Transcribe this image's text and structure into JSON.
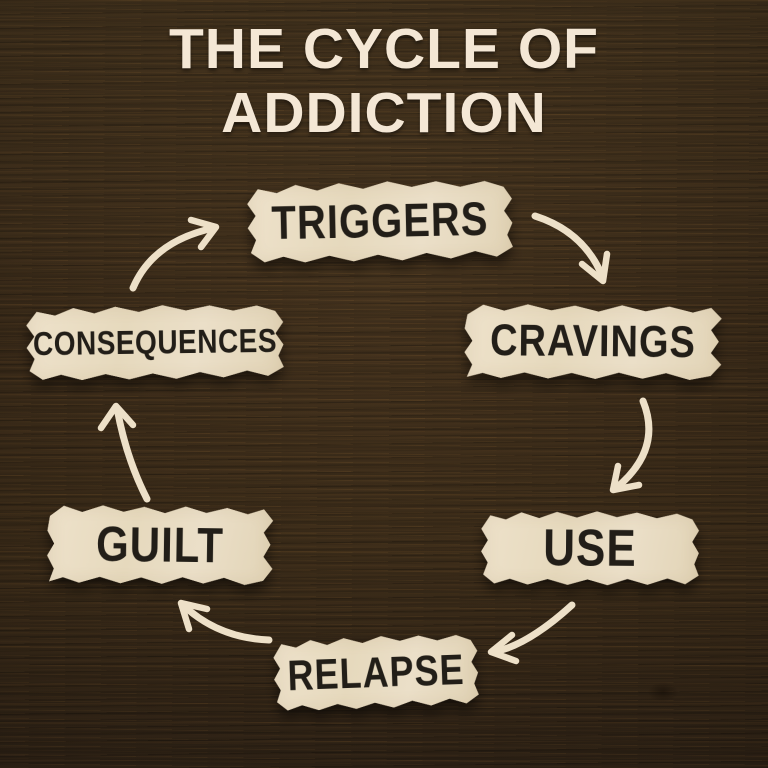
{
  "title": {
    "line1": "THE CYCLE OF",
    "line2": "ADDICTION"
  },
  "cycle": {
    "stages": [
      {
        "id": "triggers",
        "label": "TRIGGERS"
      },
      {
        "id": "cravings",
        "label": "CRAVINGS"
      },
      {
        "id": "use",
        "label": "USE"
      },
      {
        "id": "relapse",
        "label": "RELAPSE"
      },
      {
        "id": "guilt",
        "label": "GUILT"
      },
      {
        "id": "consequences",
        "label": "CONSEQUENCES"
      }
    ],
    "arrows": [
      {
        "from": "triggers",
        "to": "cravings"
      },
      {
        "from": "cravings",
        "to": "use"
      },
      {
        "from": "use",
        "to": "relapse"
      },
      {
        "from": "relapse",
        "to": "guilt"
      },
      {
        "from": "guilt",
        "to": "consequences"
      },
      {
        "from": "consequences",
        "to": "triggers"
      }
    ]
  },
  "colors": {
    "background_wood": "#362818",
    "paper": "#e8dcc3",
    "label_text": "#221e18",
    "title_text": "#f4e7d5",
    "arrow": "#ede0c8"
  }
}
